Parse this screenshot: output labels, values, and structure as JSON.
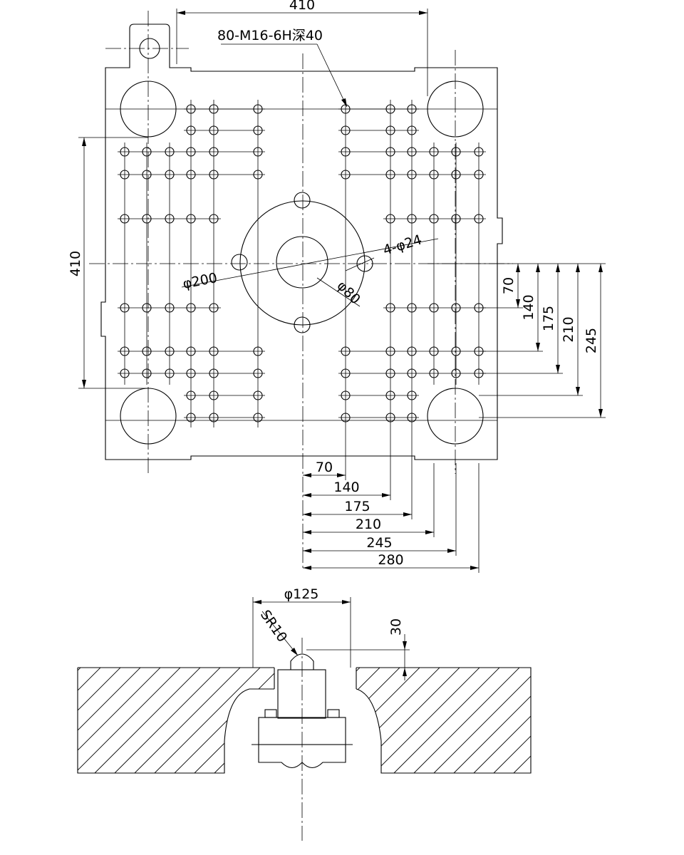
{
  "plan": {
    "labels": {
      "top_width": "410",
      "tapped_holes": "80-M16-6H深40",
      "left_height": "410",
      "small_holes": "4-φ24",
      "bolt_circle": "φ200",
      "center_bore": "φ80",
      "v_dims": [
        "70",
        "140",
        "175",
        "210",
        "245"
      ],
      "h_dims": [
        "70",
        "140",
        "175",
        "210",
        "245",
        "280"
      ]
    }
  },
  "section": {
    "labels": {
      "diameter": "φ125",
      "radius": "SR10",
      "height": "30"
    }
  }
}
